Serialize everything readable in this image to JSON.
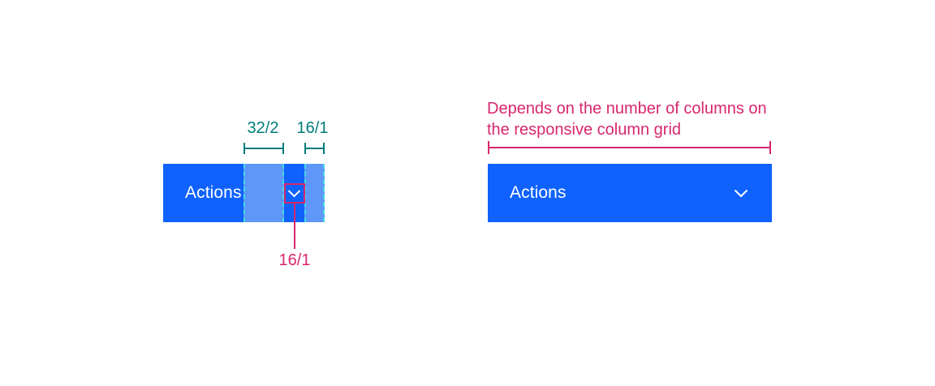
{
  "colors": {
    "button_blue": "#0f62fe",
    "overlay_blue": "#5e97f8",
    "overlay_dash": "#45d7e2",
    "teal": "#007d79",
    "magenta": "#d8266e",
    "button_text": "#ffffff"
  },
  "left_diagram": {
    "button_label": "Actions",
    "padding_measurement_label": "32/2",
    "right_padding_measurement_label": "16/1",
    "icon_size_label": "16/1"
  },
  "right_diagram": {
    "button_label": "Actions",
    "caption_line1": "Depends on the number of columns on",
    "caption_line2": "the responsive column grid"
  }
}
